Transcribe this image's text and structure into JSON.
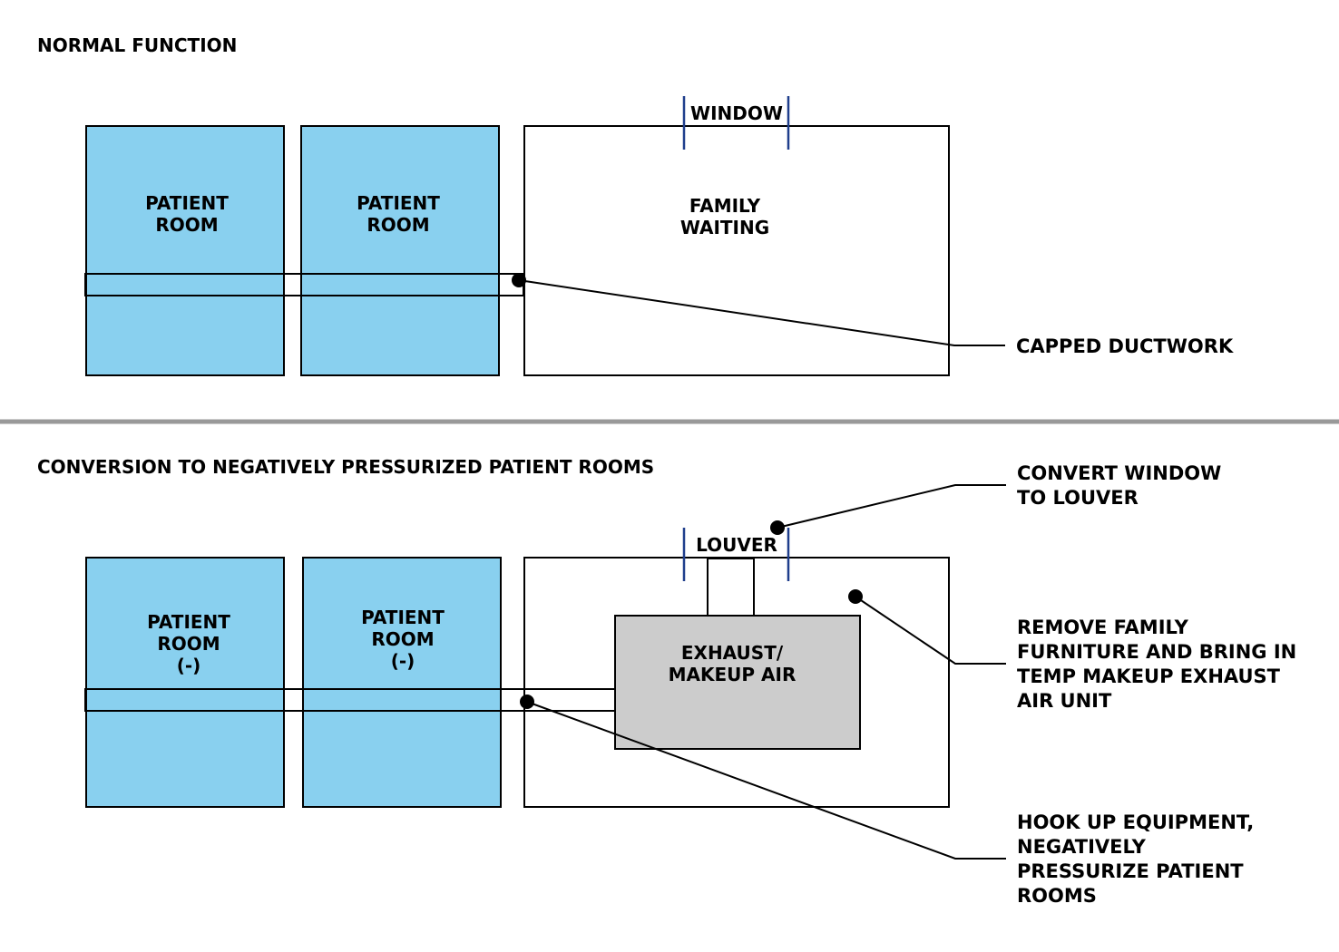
{
  "colors": {
    "patient_room": "#89d0ef",
    "exhaust_unit": "#cccccc",
    "outline": "#000000",
    "window_marker": "#1f3e8c",
    "divider": "#999999"
  },
  "top": {
    "heading": "NORMAL FUNCTION",
    "room1": [
      "PATIENT",
      "ROOM"
    ],
    "room2": [
      "PATIENT",
      "ROOM"
    ],
    "waiting": [
      "FAMILY",
      "WAITING"
    ],
    "window_label": "WINDOW",
    "callout_duct": "CAPPED DUCTWORK"
  },
  "bottom": {
    "heading": "CONVERSION TO NEGATIVELY PRESSURIZED PATIENT ROOMS",
    "room1": [
      "PATIENT",
      "ROOM",
      "(-)"
    ],
    "room2": [
      "PATIENT",
      "ROOM",
      "(-)"
    ],
    "louver_label": "LOUVER",
    "unit": [
      "EXHAUST/",
      "MAKEUP AIR"
    ],
    "callout_louver": [
      "CONVERT WINDOW",
      "TO LOUVER"
    ],
    "callout_furniture": [
      "REMOVE FAMILY",
      "FURNITURE AND BRING IN",
      "TEMP MAKEUP EXHAUST",
      "AIR UNIT"
    ],
    "callout_hookup": [
      "HOOK UP EQUIPMENT,",
      "NEGATIVELY",
      "PRESSURIZE PATIENT",
      "ROOMS"
    ]
  }
}
